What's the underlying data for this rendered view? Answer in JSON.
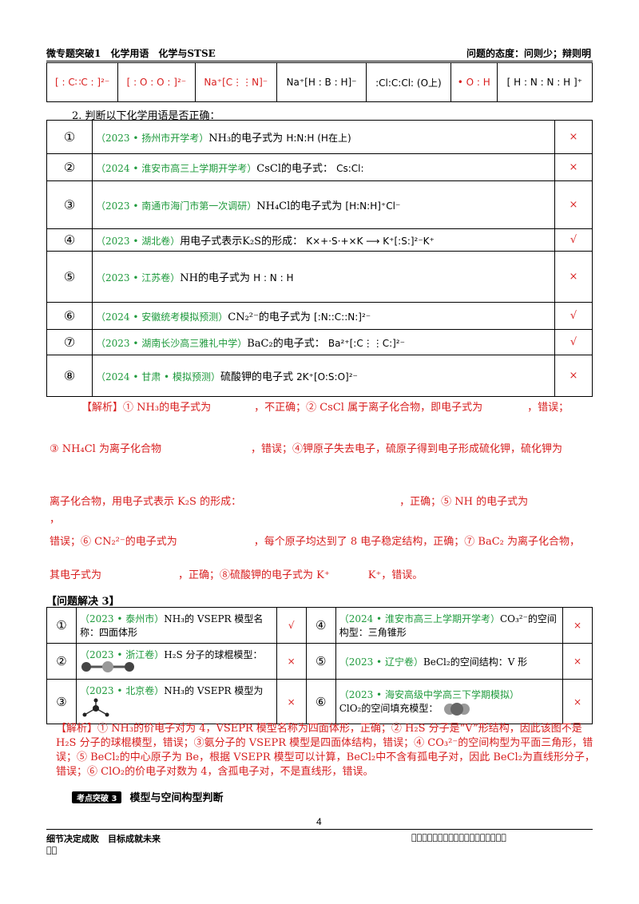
{
  "header": {
    "left": "微专题突破1　化学用语　化学与STSE",
    "right": "问题的态度：问则少；辩则明"
  },
  "top_row": [
    {
      "text": "[ : C∷C : ]²⁻",
      "color": "red"
    },
    {
      "text": "[ : O : O : ]²⁻",
      "color": "red"
    },
    {
      "text": "Na⁺[C⋮⋮N]⁻",
      "color": "red"
    },
    {
      "text": "Na⁺[H : B : H]⁻",
      "color": "black"
    },
    {
      "text": ":Cl:C:Cl: (O上)",
      "color": "black"
    },
    {
      "text": "• O : H",
      "color": "red"
    },
    {
      "text": "[ H : N : N : H ]⁺",
      "color": "black"
    }
  ],
  "question2": {
    "title": "2. 判断以下化学用语是否正确：",
    "rows": [
      {
        "num": "①",
        "source": "（2023 • 扬州市开学考）",
        "text": "NH₃的电子式为",
        "formula": "H:N:H (H在上)",
        "mark": "×"
      },
      {
        "num": "②",
        "source": "（2024 • 淮安市高三上学期开学考）",
        "text": "CsCl的电子式：",
        "formula": "Cs:Cl:",
        "mark": "×"
      },
      {
        "num": "③",
        "source": "（2023 • 南通市海门市第一次调研）",
        "text": "NH₄Cl的电子式为",
        "formula": "[H:N:H]⁺Cl⁻",
        "mark": "×"
      },
      {
        "num": "④",
        "source": "（2023 • 湖北卷）",
        "text": "用电子式表示K₂S的形成：",
        "formula": "K×+·S·+×K ⟶ K⁺[:S:]²⁻K⁺",
        "mark": "√"
      },
      {
        "num": "⑤",
        "source": "（2023 • 江苏卷）",
        "text": "NH的电子式为",
        "formula": "H : N : H",
        "mark": "×"
      },
      {
        "num": "⑥",
        "source": "（2024 • 安徽统考模拟预测）",
        "text": "CN₂²⁻的电子式为",
        "formula": "[:N::C::N:]²⁻",
        "mark": "√"
      },
      {
        "num": "⑦",
        "source": "（2023 • 湖南长沙高三雅礼中学）",
        "text": "BaC₂的电子式：",
        "formula": "Ba²⁺[:C⋮⋮C:]²⁻",
        "mark": "√"
      },
      {
        "num": "⑧",
        "source": "（2024 • 甘肃 • 模拟预测）",
        "text": "硫酸钾的电子式",
        "formula": "2K⁺[O:S:O]²⁻",
        "mark": "×"
      }
    ]
  },
  "analysis2": {
    "label": "【解析】",
    "p1a": "① NH₃的电子式为",
    "p1b": "，不正确；② CsCl 属于离子化合物，即电子式为",
    "p1c": "，错误；",
    "p2a": "③ NH₄Cl 为离子化合物",
    "p2b": "，错误；④钾原子失去电子，硫原子得到电子形成硫化钾，硫化钾为",
    "p3a": "离子化合物，用电子式表示 K₂S 的形成：",
    "p3b": "，正确；⑤ NH 的电子式为",
    "p3c": "，",
    "p4a": "错误；⑥ CN₂²⁻的电子式为",
    "p4b": "，每个原子均达到了 8 电子稳定结构，正确；⑦ BaC₂ 为离子化合物，",
    "p5a": "其电子式为",
    "p5b": "，正确；⑧硫酸钾的电子式为 K⁺",
    "p5c": "K⁺，错误。"
  },
  "section3": {
    "title": "【问题解决 3】",
    "rows": [
      [
        {
          "num": "①",
          "source": "（2023 • 泰州市）",
          "text": "NH₃的 VSEPR 模型名称：四面体形",
          "mark": "√"
        },
        {
          "num": "④",
          "source": "（2024 • 淮安市高三上学期开学考）",
          "text": "CO₃²⁻的空间构型：三角锥形",
          "mark": "×"
        }
      ],
      [
        {
          "num": "②",
          "source": "（2023 • 浙江卷）",
          "text": "H₂S 分子的球棍模型：",
          "mark": "×"
        },
        {
          "num": "⑤",
          "source": "（2023 • 辽宁卷）",
          "text": "BeCl₂的空间结构：V 形",
          "mark": "×"
        }
      ],
      [
        {
          "num": "③",
          "source": "（2023 • 北京卷）",
          "text": "NH₃的 VSEPR 模型为",
          "mark": "×"
        },
        {
          "num": "⑥",
          "source": "（2023 • 海安高级中学高三下学期模拟）",
          "text": "ClO₂的空间填充模型：",
          "mark": "×"
        }
      ]
    ]
  },
  "analysis3": {
    "label": "【解析】",
    "text": "① NH₃的价电子对为 4，VSEPR 模型名称为四面体形，正确；② H₂S 分子是“V”形结构，因此该图不是 H₂S 分子的球棍模型，错误；③氨分子的 VSEPR 模型是四面体结构，错误；④ CO₃²⁻的空间构型为平面三角形，错误；⑤ BeCl₂的中心原子为 Be，根据 VSEPR 模型可以计算，BeCl₂中不含有孤电子对，因此 BeCl₂为直线形分子，错误；⑥ ClO₂的价电子对数为 4，含孤电子对，不是直线形，错误。"
  },
  "kaodian": {
    "badge": "考点突破 3",
    "title": "模型与空间构型判断"
  },
  "page_number": "4",
  "footer": {
    "left": "细节决定成败　目标成就未来",
    "left2": "􏰀􏰀",
    "right": "􏰀􏰀􏰀􏰀􏰀􏰀􏰀􏰀􏰀􏰀􏰀􏰀􏰀􏰀􏰀􏰀􏰀􏰀"
  },
  "colors": {
    "red": "#d81e1e",
    "green": "#1e9a3c"
  }
}
